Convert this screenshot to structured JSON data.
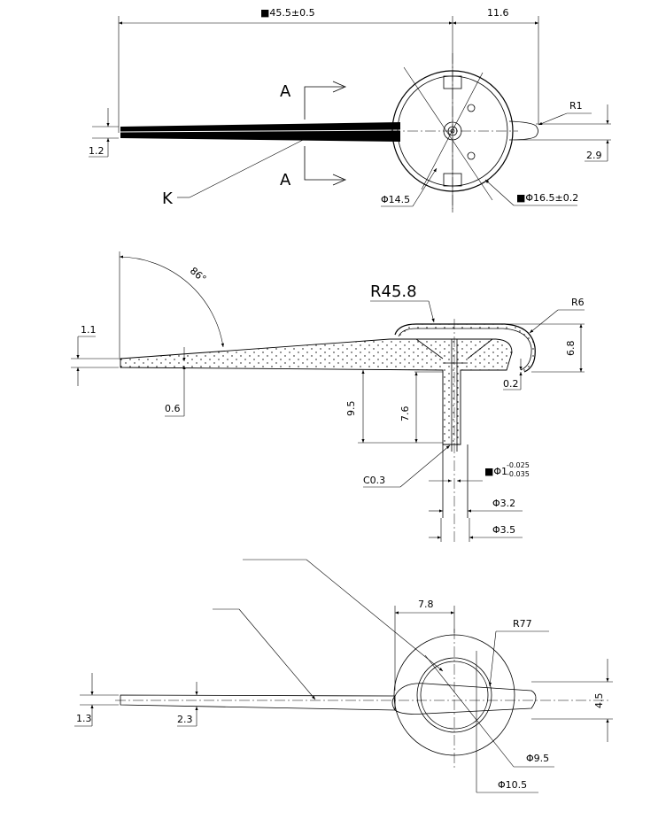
{
  "view_top": {
    "dim_length": "■45.5±0.5",
    "dim_right": "11.6",
    "dim_radius": "R1",
    "dim_thickness": "1.2",
    "dim_offset": "2.9",
    "section_mark": "A",
    "label_k": "K",
    "dim_inner_dia": "Φ14.5",
    "dim_outer_dia": "■Φ16.5±0.2"
  },
  "view_section": {
    "dim_angle": "86°",
    "dim_radius_big": "R45.8",
    "dim_radius_small": "R6",
    "dim_tip": "1.1",
    "dim_step": "0.6",
    "dim_height_total": "9.5",
    "dim_height_shaft": "7.6",
    "dim_hub_height": "6.8",
    "dim_gap": "0.2",
    "dim_chamfer": "C0.3",
    "dim_bore_main": "■Φ1",
    "dim_bore_upper_tol": "-0.025",
    "dim_bore_lower_tol": "-0.035",
    "dim_shaft_inner": "Φ3.2",
    "dim_shaft_outer": "Φ3.5"
  },
  "view_bottom": {
    "dim_hub_offset": "7.8",
    "dim_radius_large": "R77",
    "dim_tip": "1.3",
    "dim_mid": "2.3",
    "dim_width": "4.5",
    "dim_dia_inner": "Φ9.5",
    "dim_dia_outer": "Φ10.5"
  }
}
